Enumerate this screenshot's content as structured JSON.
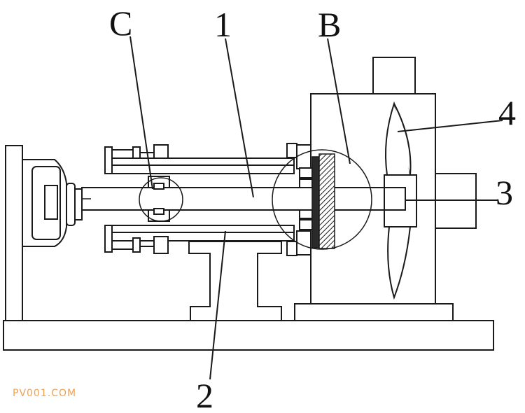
{
  "diagram": {
    "labels": {
      "C": "C",
      "one": "1",
      "B": "B",
      "four": "4",
      "three": "3",
      "two": "2"
    }
  },
  "watermark": {
    "text": "PV001.COM"
  },
  "colors": {
    "line": "#1a1a1a",
    "watermark": "#f0a050",
    "hatch": "#2a2a2a"
  }
}
